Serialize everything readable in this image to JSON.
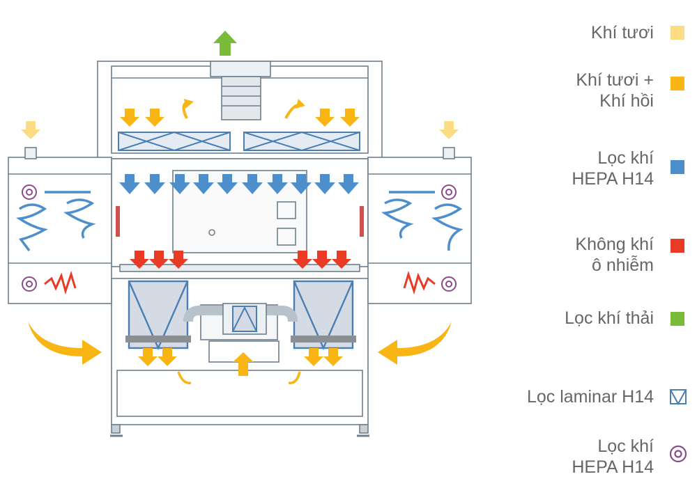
{
  "legend": [
    {
      "line1": "Khí tươi",
      "line2": "",
      "symbol": "swatch",
      "color": "#fbdc82",
      "icon": "fresh-air-swatch"
    },
    {
      "line1": "Khí tươi +",
      "line2": "Khí hồi",
      "symbol": "swatch",
      "color": "#f9b514",
      "icon": "mixed-air-swatch"
    },
    {
      "line1": "Lọc khí",
      "line2": "HEPA H14",
      "symbol": "swatch",
      "color": "#4d8fcc",
      "icon": "hepa-filter-swatch"
    },
    {
      "line1": "Không khí",
      "line2": "ô nhiễm",
      "symbol": "swatch",
      "color": "#e83a25",
      "icon": "polluted-air-swatch"
    },
    {
      "line1": "Lọc khí thải",
      "line2": "",
      "symbol": "swatch",
      "color": "#7bbb3a",
      "icon": "exhaust-filter-swatch"
    },
    {
      "line1": "Lọc laminar H14",
      "line2": "",
      "symbol": "laminar",
      "color": "#4a7fb5",
      "icon": "laminar-filter-icon"
    },
    {
      "line1": "Lọc khí",
      "line2": "HEPA H14",
      "symbol": "ring",
      "color": "#8a4b8a",
      "icon": "hepa-ring-icon"
    }
  ],
  "colors": {
    "fresh": "#fbdc82",
    "mixed": "#f9b514",
    "hepa": "#4d8fcc",
    "polluted": "#e83a25",
    "exhaust": "#7bbb3a",
    "outline": "#6e7f8c",
    "filter_fill": "#d4dbe4",
    "frame_blue": "#4a7fb5"
  }
}
